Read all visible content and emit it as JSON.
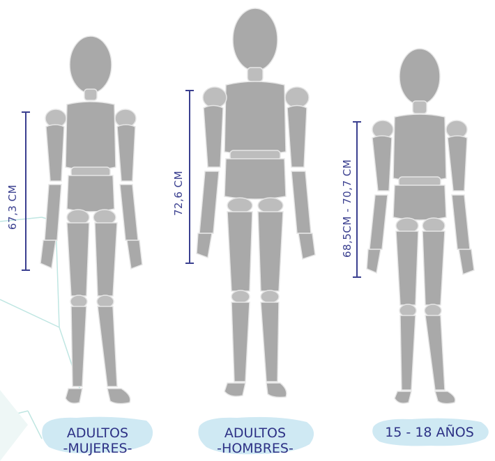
{
  "figures": [
    {
      "id": "women",
      "measurement": "67,3 CM",
      "caption_lines": [
        "ADULTOS",
        "-MUJERES-"
      ]
    },
    {
      "id": "men",
      "measurement": "72,6 CM",
      "caption_lines": [
        "ADULTOS",
        "-HOMBRES-"
      ]
    },
    {
      "id": "teens",
      "measurement": "68,5CM -  70,7 CM",
      "caption_lines": [
        "15 - 18 AÑOS"
      ]
    }
  ],
  "colors": {
    "mannequin": "#a9a9a9",
    "joint": "#bdbdbd",
    "outline": "#e6e6e6",
    "measure": "#3a3f8f",
    "caption_blob": "#cfe9f3",
    "caption_text": "#2d3185",
    "accent_lines": "#bfe6e2"
  }
}
